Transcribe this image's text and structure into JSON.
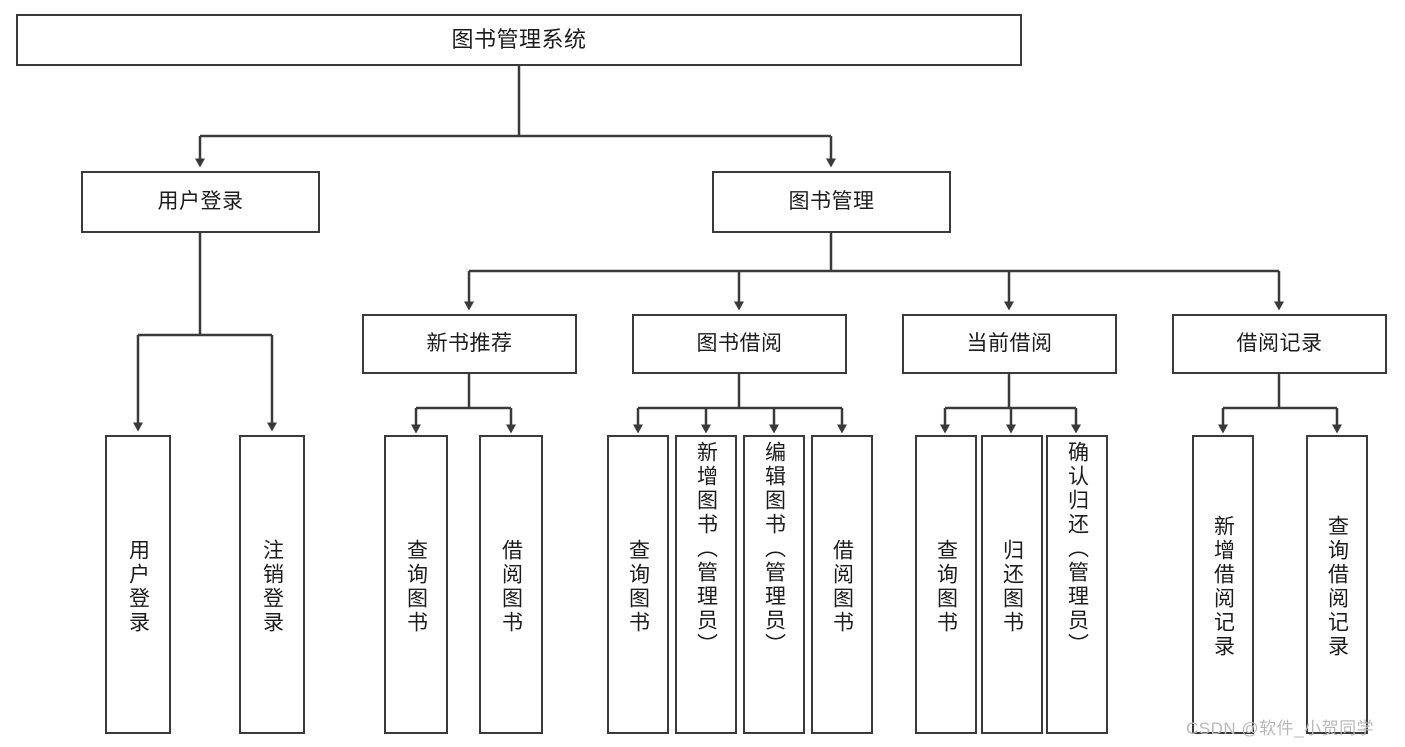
{
  "diagram": {
    "type": "tree-structure-chart",
    "title": "图书管理系统",
    "root": {
      "label": "图书管理系统"
    },
    "level2": [
      {
        "label": "用户登录"
      },
      {
        "label": "图书管理"
      }
    ],
    "level3": [
      {
        "label": "新书推荐"
      },
      {
        "label": "图书借阅"
      },
      {
        "label": "当前借阅"
      },
      {
        "label": "借阅记录"
      }
    ],
    "leaves": {
      "user_login": [
        {
          "label": "用户登录"
        },
        {
          "label": "注销登录"
        }
      ],
      "new_book_recommend": [
        {
          "label": "查询图书"
        },
        {
          "label": "借阅图书"
        }
      ],
      "book_borrow": [
        {
          "label": "查询图书"
        },
        {
          "label": "新增图书（管理员）"
        },
        {
          "label": "编辑图书（管理员）"
        },
        {
          "label": "借阅图书"
        }
      ],
      "current_borrow": [
        {
          "label": "查询图书"
        },
        {
          "label": "归还图书"
        },
        {
          "label": "确认归还（管理员）"
        }
      ],
      "borrow_record": [
        {
          "label": "新增借阅记录"
        },
        {
          "label": "查询借阅记录"
        }
      ]
    }
  },
  "watermark": {
    "text": "CSDN @软件_小贺同学"
  },
  "colors": {
    "border": "#3a3a3a",
    "background": "#ffffff",
    "text": "#1c1c1c",
    "watermark": "#b9b9b9"
  }
}
